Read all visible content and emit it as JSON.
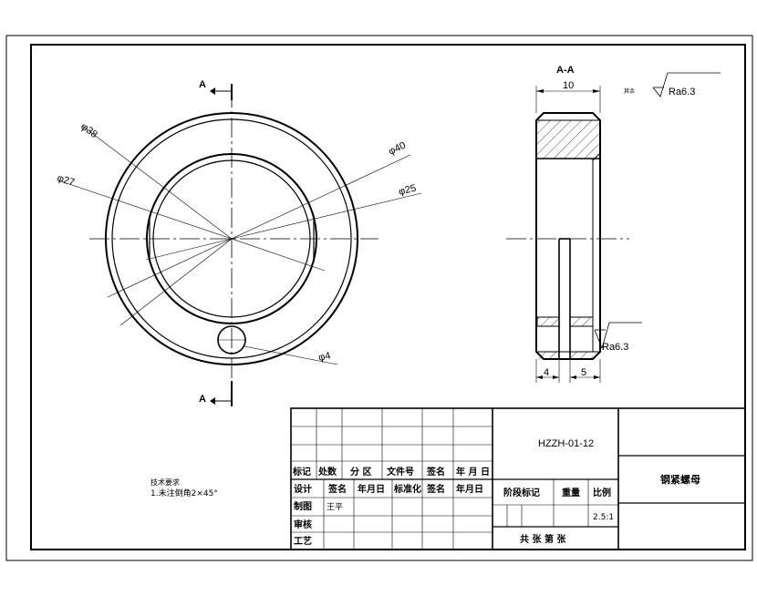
{
  "section_marker": "A",
  "section_title": "A-A",
  "roughness_prefix": "其余",
  "roughness_main": "Ra6.3",
  "roughness_slot": "Ra6.3",
  "dims": {
    "d38": "φ38",
    "d27": "φ27",
    "d40": "φ40",
    "d25": "φ25",
    "d4": "φ4",
    "w10": "10",
    "w4": "4",
    "w5": "5"
  },
  "tech_req": {
    "title": "技术要求",
    "line1": "1.未注倒角2×45°"
  },
  "title_block": {
    "drawing_no": "HZZH-01-12",
    "part_name": "钢紧螺母",
    "headers": [
      "标记",
      "处数",
      "分 区",
      "文件号",
      "签名",
      "年 月 日"
    ],
    "row_design": [
      "设计",
      "签名",
      "年月日",
      "标准化",
      "签名",
      "年月日"
    ],
    "row_draw": "制图",
    "row_draw_sig": "王平",
    "row_check": "审核",
    "row_process": "工艺",
    "stage_label": "阶段标记",
    "weight_label": "重量",
    "scale_label": "比例",
    "scale_value": "2.5:1",
    "sheets": "共  张 第  张"
  }
}
